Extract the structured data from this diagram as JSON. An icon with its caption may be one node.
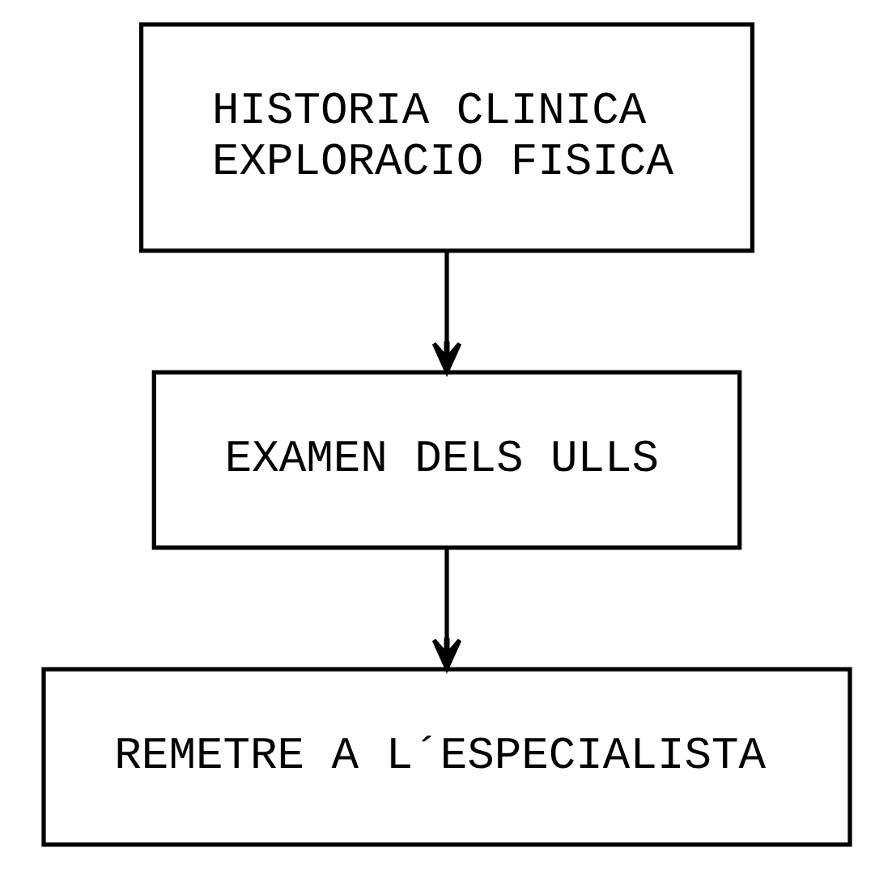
{
  "diagram": {
    "nodes": [
      {
        "text": [
          "HISTORIA CLINICA EXPLORACIO FISICA"
        ]
      },
      {
        "text": [
          "EXAMEN DELS ULLS"
        ]
      },
      {
        "text": [
          "REMETRE A L´ESPECIALISTA"
        ]
      }
    ],
    "edges": [
      {
        "from": 0,
        "to": 1,
        "arrow": "to"
      },
      {
        "from": 1,
        "to": 2,
        "arrow": "to"
      }
    ]
  }
}
